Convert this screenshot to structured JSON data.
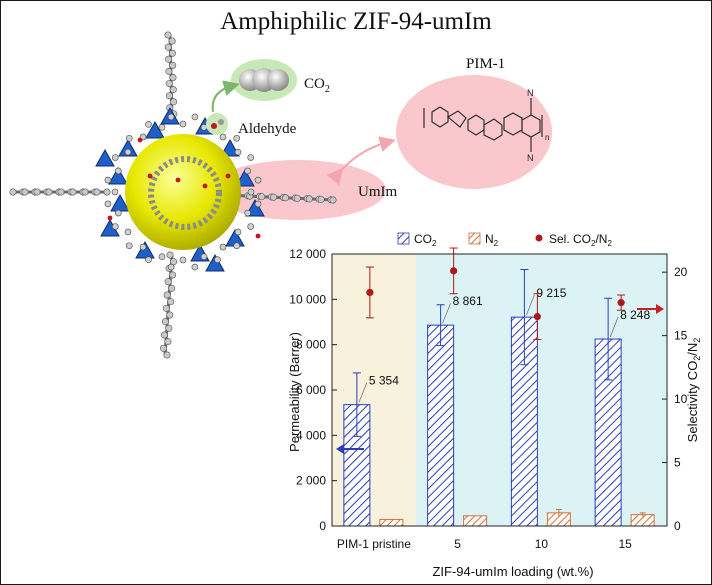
{
  "title": "Amphiphilic ZIF-94-umIm",
  "illustration": {
    "co2_label": "CO",
    "co2_sub": "2",
    "aldehyde_label": "Aldehyde",
    "umim_label": "UmIm",
    "pim_label": "PIM-1",
    "pim_n": "n",
    "pim_nitrile": "N"
  },
  "legend": {
    "co2": "CO",
    "co2_sub": "2",
    "n2": "N",
    "n2_sub": "2",
    "sel_prefix": "Sel. CO",
    "sel_sub1": "2",
    "sel_slash": "/N",
    "sel_sub2": "2"
  },
  "colors": {
    "co2_bar": "#2a3fb8",
    "n2_bar": "#d2703a",
    "selectivity": "#b01818",
    "pristine_bg": "#f8f1dc",
    "loaded_bg": "#dcf3f5",
    "arrow_left": "#2a3fb8",
    "arrow_right": "#c62020"
  },
  "chart_data": {
    "type": "bar",
    "categories": [
      "PIM-1 pristine",
      "5",
      "10",
      "15"
    ],
    "xlabel": "ZIF-94-umIm loading (wt.%)",
    "ylabel": "Permeability (Barrer)",
    "y2label_prefix": "Selectivity CO",
    "y2label_sub1": "2",
    "y2label_mid": "/N",
    "y2label_sub2": "2",
    "ylim": [
      0,
      12000
    ],
    "yticks": [
      0,
      2000,
      4000,
      6000,
      8000,
      10000,
      12000
    ],
    "ytick_labels": [
      "0",
      "2 000",
      "4 000",
      "6 000",
      "8 000",
      "10 000",
      "12 000"
    ],
    "y2lim": [
      0,
      21.43
    ],
    "y2ticks": [
      0,
      5,
      10,
      15,
      20
    ],
    "y2tick_labels": [
      "0",
      "5",
      "10",
      "15",
      "20"
    ],
    "series": [
      {
        "name": "CO2",
        "axis": "left",
        "values": [
          5354,
          8861,
          9215,
          8248
        ],
        "errors": [
          1400,
          900,
          2100,
          1800
        ],
        "labels": [
          "5 354",
          "8 861",
          "9 215",
          "8 248"
        ]
      },
      {
        "name": "N2",
        "axis": "left",
        "values": [
          290,
          450,
          580,
          500
        ],
        "errors": [
          0,
          0,
          150,
          80
        ]
      },
      {
        "name": "Sel. CO2/N2",
        "axis": "right",
        "values": [
          18.4,
          20.1,
          16.5,
          17.6
        ],
        "errors": [
          2.0,
          1.8,
          1.8,
          0.6
        ]
      }
    ],
    "grid": false,
    "legend_position": "top"
  }
}
